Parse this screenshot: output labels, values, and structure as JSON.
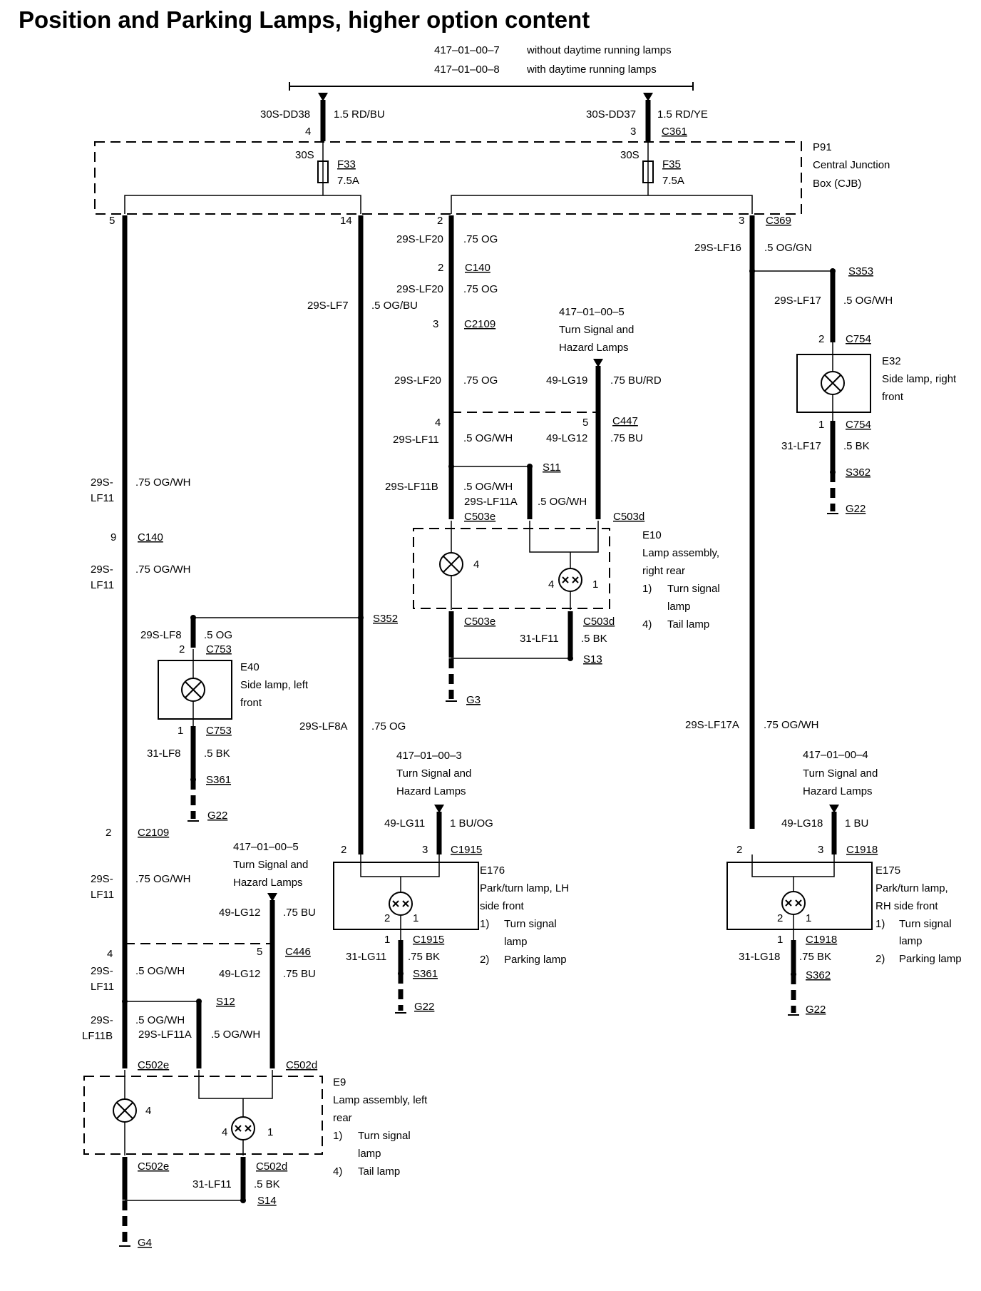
{
  "title": "Position and Parking Lamps, higher option content",
  "refs_top": {
    "r1_code": "417–01–00–7",
    "r1_desc": "without daytime running lamps",
    "r2_code": "417–01–00–8",
    "r2_desc": "with daytime running lamps"
  },
  "cjb": {
    "id": "P91",
    "name_line1": "Central Junction",
    "name_line2": "Box (CJB)",
    "left_circuit": "30S-DD38",
    "left_wire": "1.5 RD/BU",
    "left_pin": "4",
    "right_circuit": "30S-DD37",
    "right_wire": "1.5 RD/YE",
    "right_pin": "3",
    "right_conn": "C361",
    "left_fuse_in": "30S",
    "left_fuse": "F33",
    "left_fuse_rating": "7.5A",
    "right_fuse_in": "30S",
    "right_fuse": "F35",
    "right_fuse_rating": "7.5A",
    "out_pin_a": "5",
    "out_pin_b": "14",
    "out_pin_c": "2",
    "out_pin_d": "3",
    "out_conn": "C369"
  },
  "col_b": {
    "c1_circuit": "29S-LF20",
    "c1_wire": ".75 OG",
    "c1_pin": "2",
    "c1_conn": "C140",
    "c2_circuit": "29S-LF20",
    "c2_wire": ".75 OG",
    "c2_pin": "3",
    "c2_conn": "C2109",
    "c3_circuit": "29S-LF20",
    "c3_wire": ".75 OG",
    "ref_code": "417–01–00–5",
    "ref_line1": "Turn Signal and",
    "ref_line2": "Hazard Lamps",
    "ts_circuit": "49-LG19",
    "ts_wire": ".75 BU/RD",
    "c447_pin_left": "4",
    "c447_pin_right": "5",
    "c447": "C447",
    "lf11_circuit": "29S-LF11",
    "lf11_wire": ".5 OG/WH",
    "lg12_circuit": "49-LG12",
    "lg12_wire": ".75 BU",
    "s11": "S11",
    "lf11b_circuit": "29S-LF11B",
    "lf11b_wire": ".5 OG/WH",
    "lf11a_circuit": "29S-LF11A",
    "lf11a_wire": ".5 OG/WH",
    "c503e_top": "C503e",
    "c503d_top": "C503d",
    "bulb_pin": "4",
    "dual_pin_left": "4",
    "dual_pin_right": "1",
    "comp_id": "E10",
    "comp_line1": "Lamp assembly,",
    "comp_line2": "right rear",
    "item1_num": "1)",
    "item1_line1": "Turn signal",
    "item1_line2": "lamp",
    "item2_num": "4)",
    "item2_text": "Tail lamp",
    "c503e_bot": "C503e",
    "c503d_bot": "C503d",
    "gnd_circuit": "31-LF11",
    "gnd_wire": ".5 BK",
    "s13": "S13",
    "g3": "G3"
  },
  "col_d": {
    "lf16_circuit": "29S-LF16",
    "lf16_wire": ".5 OG/GN",
    "s353": "S353",
    "lf17_circuit": "29S-LF17",
    "lf17_wire": ".5 OG/WH",
    "c754_top_pin": "2",
    "c754_top": "C754",
    "comp_id": "E32",
    "comp_line1": "Side lamp, right",
    "comp_line2": "front",
    "c754_bot_pin": "1",
    "c754_bot": "C754",
    "gnd_circuit": "31-LF17",
    "gnd_wire": ".5 BK",
    "s362": "S362",
    "g22": "G22",
    "lf17a_circuit": "29S-LF17A",
    "lf17a_wire": ".75 OG/WH",
    "ref_code": "417–01–00–4",
    "ref_line1": "Turn Signal and",
    "ref_line2": "Hazard Lamps",
    "ts_circuit": "49-LG18",
    "ts_wire": "1 BU",
    "c1918_pin_left": "2",
    "c1918_pin_right": "3",
    "c1918_top": "C1918",
    "e175_id": "E175",
    "e175_line1": "Park/turn lamp,",
    "e175_line2": "RH side front",
    "item1_num": "1)",
    "item1_line1": "Turn signal",
    "item1_line2": "lamp",
    "item2_num": "2)",
    "item2_text": "Parking lamp",
    "dual_pin_left": "2",
    "dual_pin_right": "1",
    "c1918_bot_pin": "1",
    "c1918_bot": "C1918",
    "gnd2_circuit": "31-LG18",
    "gnd2_wire": ".75 BK",
    "s362_2": "S362",
    "g22_2": "G22"
  },
  "col_a": {
    "lf11_circuit_l1": "29S-",
    "lf11_circuit_l2": "LF11",
    "lf11_wire": ".75 OG/WH",
    "c140_pin": "9",
    "c140": "C140",
    "lf11b_circuit_l1": "29S-",
    "lf11b_circuit_l2": "LF11",
    "lf11b_wire": ".75 OG/WH",
    "c2109_pin": "2",
    "c2109": "C2109",
    "lf11c_circuit_l1": "29S-",
    "lf11c_circuit_l2": "LF11",
    "lf11c_wire": ".75 OG/WH",
    "ref_code": "417–01–00–5",
    "ref_line1": "Turn Signal and",
    "ref_line2": "Hazard Lamps",
    "ts_circuit": "49-LG12",
    "ts_wire": ".75 BU",
    "c446_pin_left": "4",
    "c446_pin_right": "5",
    "c446": "C446",
    "lf11d_circuit_l1": "29S-",
    "lf11d_circuit_l2": "LF11",
    "lf11d_wire": ".5 OG/WH",
    "lg12_circuit": "49-LG12",
    "lg12_wire": ".75 BU",
    "s12": "S12",
    "lf11e_circuit_l1": "29S-",
    "lf11e_circuit_l2": "LF11B",
    "lf11e_wire": ".5 OG/WH",
    "lf11a_circuit": "29S-LF11A",
    "lf11a_wire": ".5 OG/WH",
    "c502e_top": "C502e",
    "c502d_top": "C502d",
    "bulb_pin": "4",
    "dual_pin_left": "4",
    "dual_pin_right": "1",
    "comp_id": "E9",
    "comp_line1": "Lamp assembly, left",
    "comp_line2": "rear",
    "item1_num": "1)",
    "item1_line1": "Turn signal",
    "item1_line2": "lamp",
    "item2_num": "4)",
    "item2_text": "Tail lamp",
    "c502e_bot": "C502e",
    "c502d_bot": "C502d",
    "gnd_circuit": "31-LF11",
    "gnd_wire": ".5 BK",
    "s14": "S14",
    "g4": "G4"
  },
  "col_lf7": {
    "lf7_circuit": "29S-LF7",
    "lf7_wire": ".5 OG/BU",
    "s352": "S352",
    "lf8_circuit": "29S-LF8",
    "lf8_wire": ".5 OG",
    "c753_top_pin": "2",
    "c753_top": "C753",
    "e40_id": "E40",
    "e40_line1": "Side lamp, left",
    "e40_line2": "front",
    "c753_bot_pin": "1",
    "c753_bot": "C753",
    "gnd_circuit": "31-LF8",
    "gnd_wire": ".5 BK",
    "s361": "S361",
    "g22": "G22",
    "lf8a_circuit": "29S-LF8A",
    "lf8a_wire": ".75 OG",
    "ref_code": "417–01–00–3",
    "ref_line1": "Turn Signal and",
    "ref_line2": "Hazard Lamps",
    "ts_circuit": "49-LG11",
    "ts_wire": "1 BU/OG",
    "c1915_pin_left": "2",
    "c1915_pin_right": "3",
    "c1915_top": "C1915",
    "e176_id": "E176",
    "e176_line1": "Park/turn lamp, LH",
    "e176_line2": "side front",
    "item1_num": "1)",
    "item1_line1": "Turn signal",
    "item1_line2": "lamp",
    "item2_num": "2)",
    "item2_text": "Parking lamp",
    "dual_pin_left": "2",
    "dual_pin_right": "1",
    "c1915_bot_pin": "1",
    "c1915_bot": "C1915",
    "gnd2_circuit": "31-LG11",
    "gnd2_wire": ".75 BK",
    "s361_2": "S361",
    "g22_2": "G22"
  }
}
